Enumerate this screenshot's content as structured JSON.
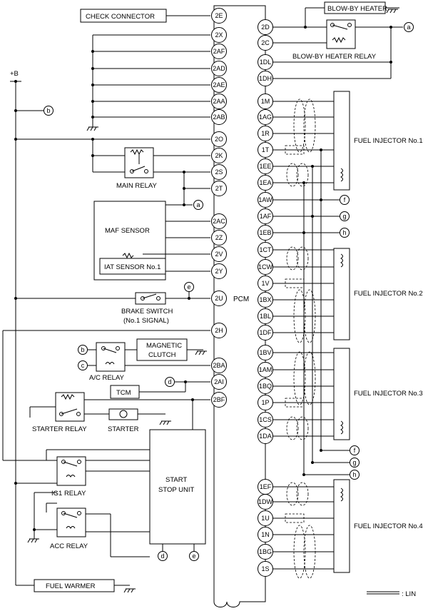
{
  "supply_label": "+B",
  "pcm_label": "PCM",
  "lin_legend": ": LIN",
  "components": {
    "check_connector": "CHECK CONNECTOR",
    "main_relay": "MAIN RELAY",
    "maf_sensor": "MAF SENSOR",
    "iat_sensor": "IAT SENSOR No.1",
    "brake_switch_1": "BRAKE SWITCH",
    "brake_switch_2": "(No.1 SIGNAL)",
    "magnetic_clutch_1": "MAGNETIC",
    "magnetic_clutch_2": "CLUTCH",
    "ac_relay": "A/C RELAY",
    "tcm": "TCM",
    "starter_relay": "STARTER RELAY",
    "starter": "STARTER",
    "start_stop_1": "START",
    "start_stop_2": "STOP UNIT",
    "ig1_relay": "IG1 RELAY",
    "acc_relay": "ACC RELAY",
    "fuel_warmer": "FUEL WARMER",
    "blowby_heater": "BLOW-BY HEATER",
    "blowby_heater_relay": "BLOW-BY HEATER RELAY",
    "injector_1": "FUEL INJECTOR No.1",
    "injector_2": "FUEL INJECTOR No.2",
    "injector_3": "FUEL INJECTOR No.3",
    "injector_4": "FUEL INJECTOR No.4"
  },
  "left_pins": [
    "2E",
    "2X",
    "2AF",
    "2AD",
    "2AE",
    "2AA",
    "2AB",
    "2O",
    "2K",
    "2S",
    "2T",
    "2AC",
    "2Z",
    "2V",
    "2Y",
    "2U",
    "2H",
    "2BA",
    "2AI",
    "2BF"
  ],
  "right_pins": [
    "2D",
    "2C",
    "1DL",
    "1DH",
    "1M",
    "1AG",
    "1R",
    "1T",
    "1EE",
    "1EA",
    "1AW",
    "1AF",
    "1EB",
    "1CT",
    "1CW",
    "1V",
    "1BX",
    "1BL",
    "1DF",
    "1BV",
    "1AM",
    "1BQ",
    "1P",
    "1CS",
    "1DA",
    "1EF",
    "1DW",
    "1U",
    "1N",
    "1BG",
    "1S"
  ],
  "connector_refs": {
    "a": "a",
    "b": "b",
    "c": "c",
    "d": "d",
    "e": "e",
    "f": "f",
    "g": "g",
    "h": "h"
  }
}
